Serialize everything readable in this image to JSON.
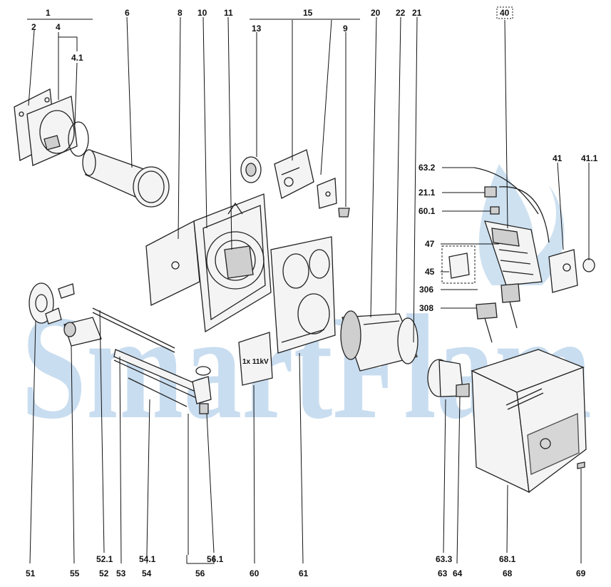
{
  "watermark": {
    "text": "SmartFlam",
    "color": "#9ec3e4"
  },
  "labels": {
    "l1": "1",
    "l2": "2",
    "l4": "4",
    "l41": "4.1",
    "l6": "6",
    "l8": "8",
    "l10": "10",
    "l11": "11",
    "l13": "13",
    "l15": "15",
    "l9": "9",
    "l20": "20",
    "l22": "22",
    "l21": "21",
    "l40": "40",
    "l632": "63.2",
    "l211": "21.1",
    "l601": "60.1",
    "l47": "47",
    "l45": "45",
    "l306": "306",
    "l308": "308",
    "l41b": "41",
    "l411": "41.1",
    "l51": "51",
    "l55": "55",
    "l521": "52.1",
    "l52": "52",
    "l53": "53",
    "l541": "54.1",
    "l54": "54",
    "l561": "56.1",
    "l56": "56",
    "l60": "60",
    "l61": "61",
    "l633": "63.3",
    "l63": "63",
    "l64": "64",
    "l681": "68.1",
    "l68": "68",
    "l69": "69"
  },
  "ignition_label": "1x 11kV"
}
